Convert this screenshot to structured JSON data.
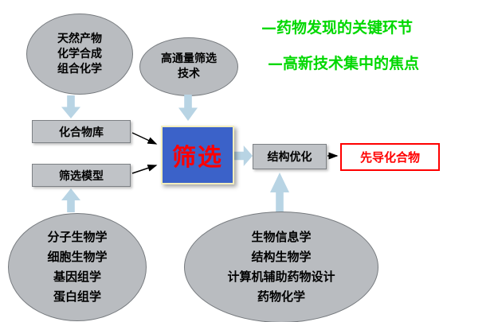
{
  "headline": {
    "line1": "—药物发现的关键环节",
    "line2": "—高新技术集中的焦点"
  },
  "nodes": {
    "sources_ellipse": {
      "lines": [
        "天然产物",
        "化学合成",
        "组合化学"
      ]
    },
    "hts_ellipse": {
      "lines": [
        "高通量筛选",
        "技术"
      ]
    },
    "compound_library_box": {
      "label": "化合物库"
    },
    "screening_model_box": {
      "label": "筛选模型"
    },
    "screening_box": {
      "label": "筛选"
    },
    "structure_optimization_box": {
      "label": "结构优化"
    },
    "lead_compound_box": {
      "label": "先导化合物"
    },
    "biology_ellipse": {
      "lines": [
        "分子生物学",
        "细胞生物学",
        "基因组学",
        "蛋白组学"
      ]
    },
    "informatics_ellipse": {
      "lines": [
        "生物信息学",
        "结构生物学",
        "计算机辅助药物设计",
        "药物化学"
      ]
    }
  },
  "colors": {
    "ellipse_fill": "#b9bcc0",
    "box_fill": "#c0c3c7",
    "screening_fill": "#3b62c9",
    "screening_text": "#ff0000",
    "lead_compound_border": "#ff0000",
    "lead_compound_text": "#ff0000",
    "block_arrow_fill": "#b8d4e4",
    "headline_green": "#00d800"
  }
}
